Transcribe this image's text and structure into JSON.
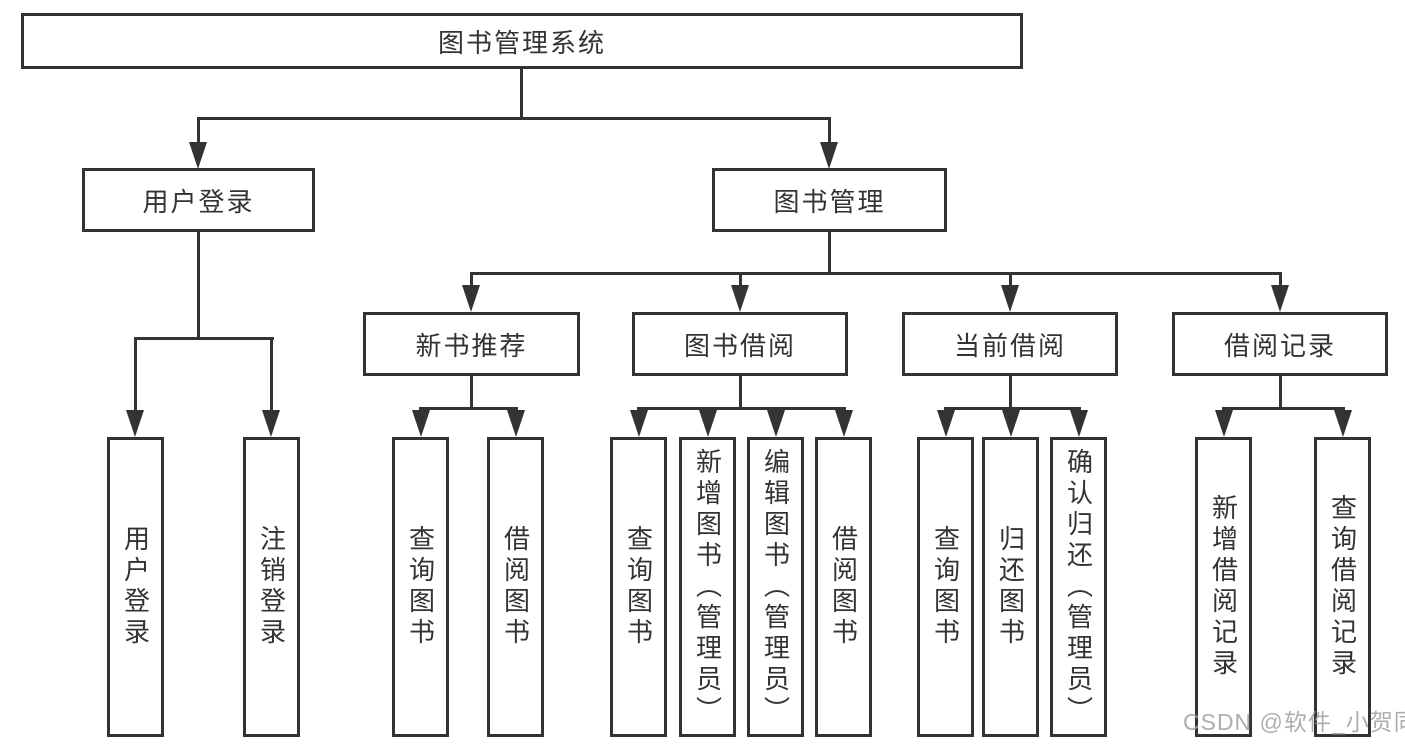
{
  "diagram": {
    "root": {
      "label": "图书管理系统",
      "children": [
        {
          "label": "用户登录",
          "children": [
            {
              "label": "用户登录"
            },
            {
              "label": "注销登录"
            }
          ]
        },
        {
          "label": "图书管理",
          "children": [
            {
              "label": "新书推荐",
              "children": [
                {
                  "label": "查询图书"
                },
                {
                  "label": "借阅图书"
                }
              ]
            },
            {
              "label": "图书借阅",
              "children": [
                {
                  "label": "查询图书"
                },
                {
                  "label": "新增图书（管理员）"
                },
                {
                  "label": "编辑图书（管理员）"
                },
                {
                  "label": "借阅图书"
                }
              ]
            },
            {
              "label": "当前借阅",
              "children": [
                {
                  "label": "查询图书"
                },
                {
                  "label": "归还图书"
                },
                {
                  "label": "确认归还（管理员）"
                }
              ]
            },
            {
              "label": "借阅记录",
              "children": [
                {
                  "label": "新增借阅记录"
                },
                {
                  "label": "查询借阅记录"
                }
              ]
            }
          ]
        }
      ]
    },
    "colors": {
      "line": "#333333",
      "text": "#333333",
      "background": "#ffffff",
      "watermark": "#a0a0a0"
    }
  },
  "watermark": {
    "text": "CSDN @软件_小贺同学"
  }
}
